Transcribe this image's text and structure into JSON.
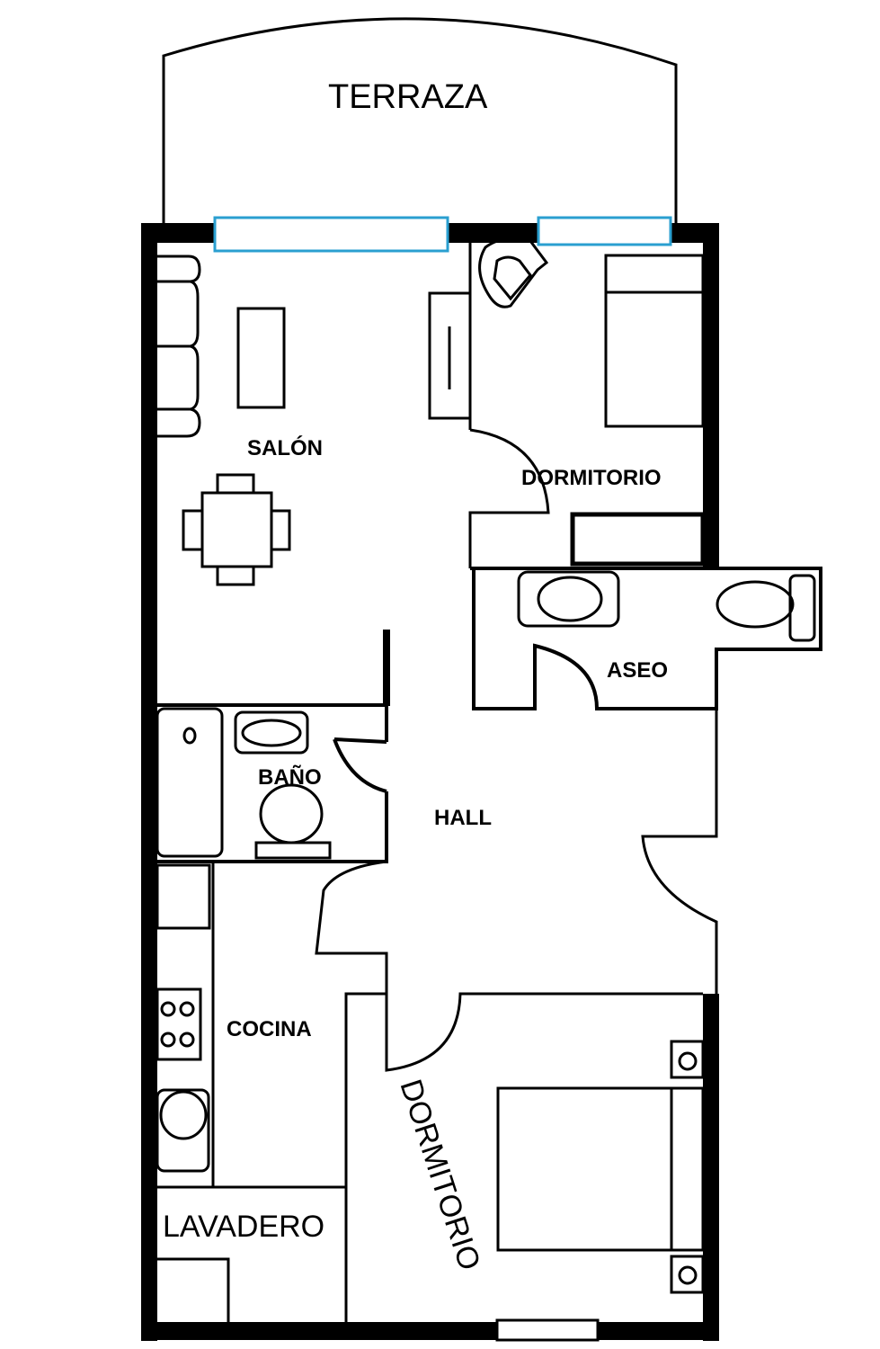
{
  "title": "Floor plan",
  "rooms": {
    "terraza": "TERRAZA",
    "salon": "SALÓN",
    "dormitorio1": "DORMITORIO",
    "aseo": "ASEO",
    "bano": "BAÑO",
    "hall": "HALL",
    "cocina": "COCINA",
    "dormitorio2": "DORMITORIO",
    "lavadero": "LAVADERO"
  },
  "colors": {
    "walls": "#000000",
    "windows": "#2a9fd0",
    "background": "#ffffff"
  }
}
